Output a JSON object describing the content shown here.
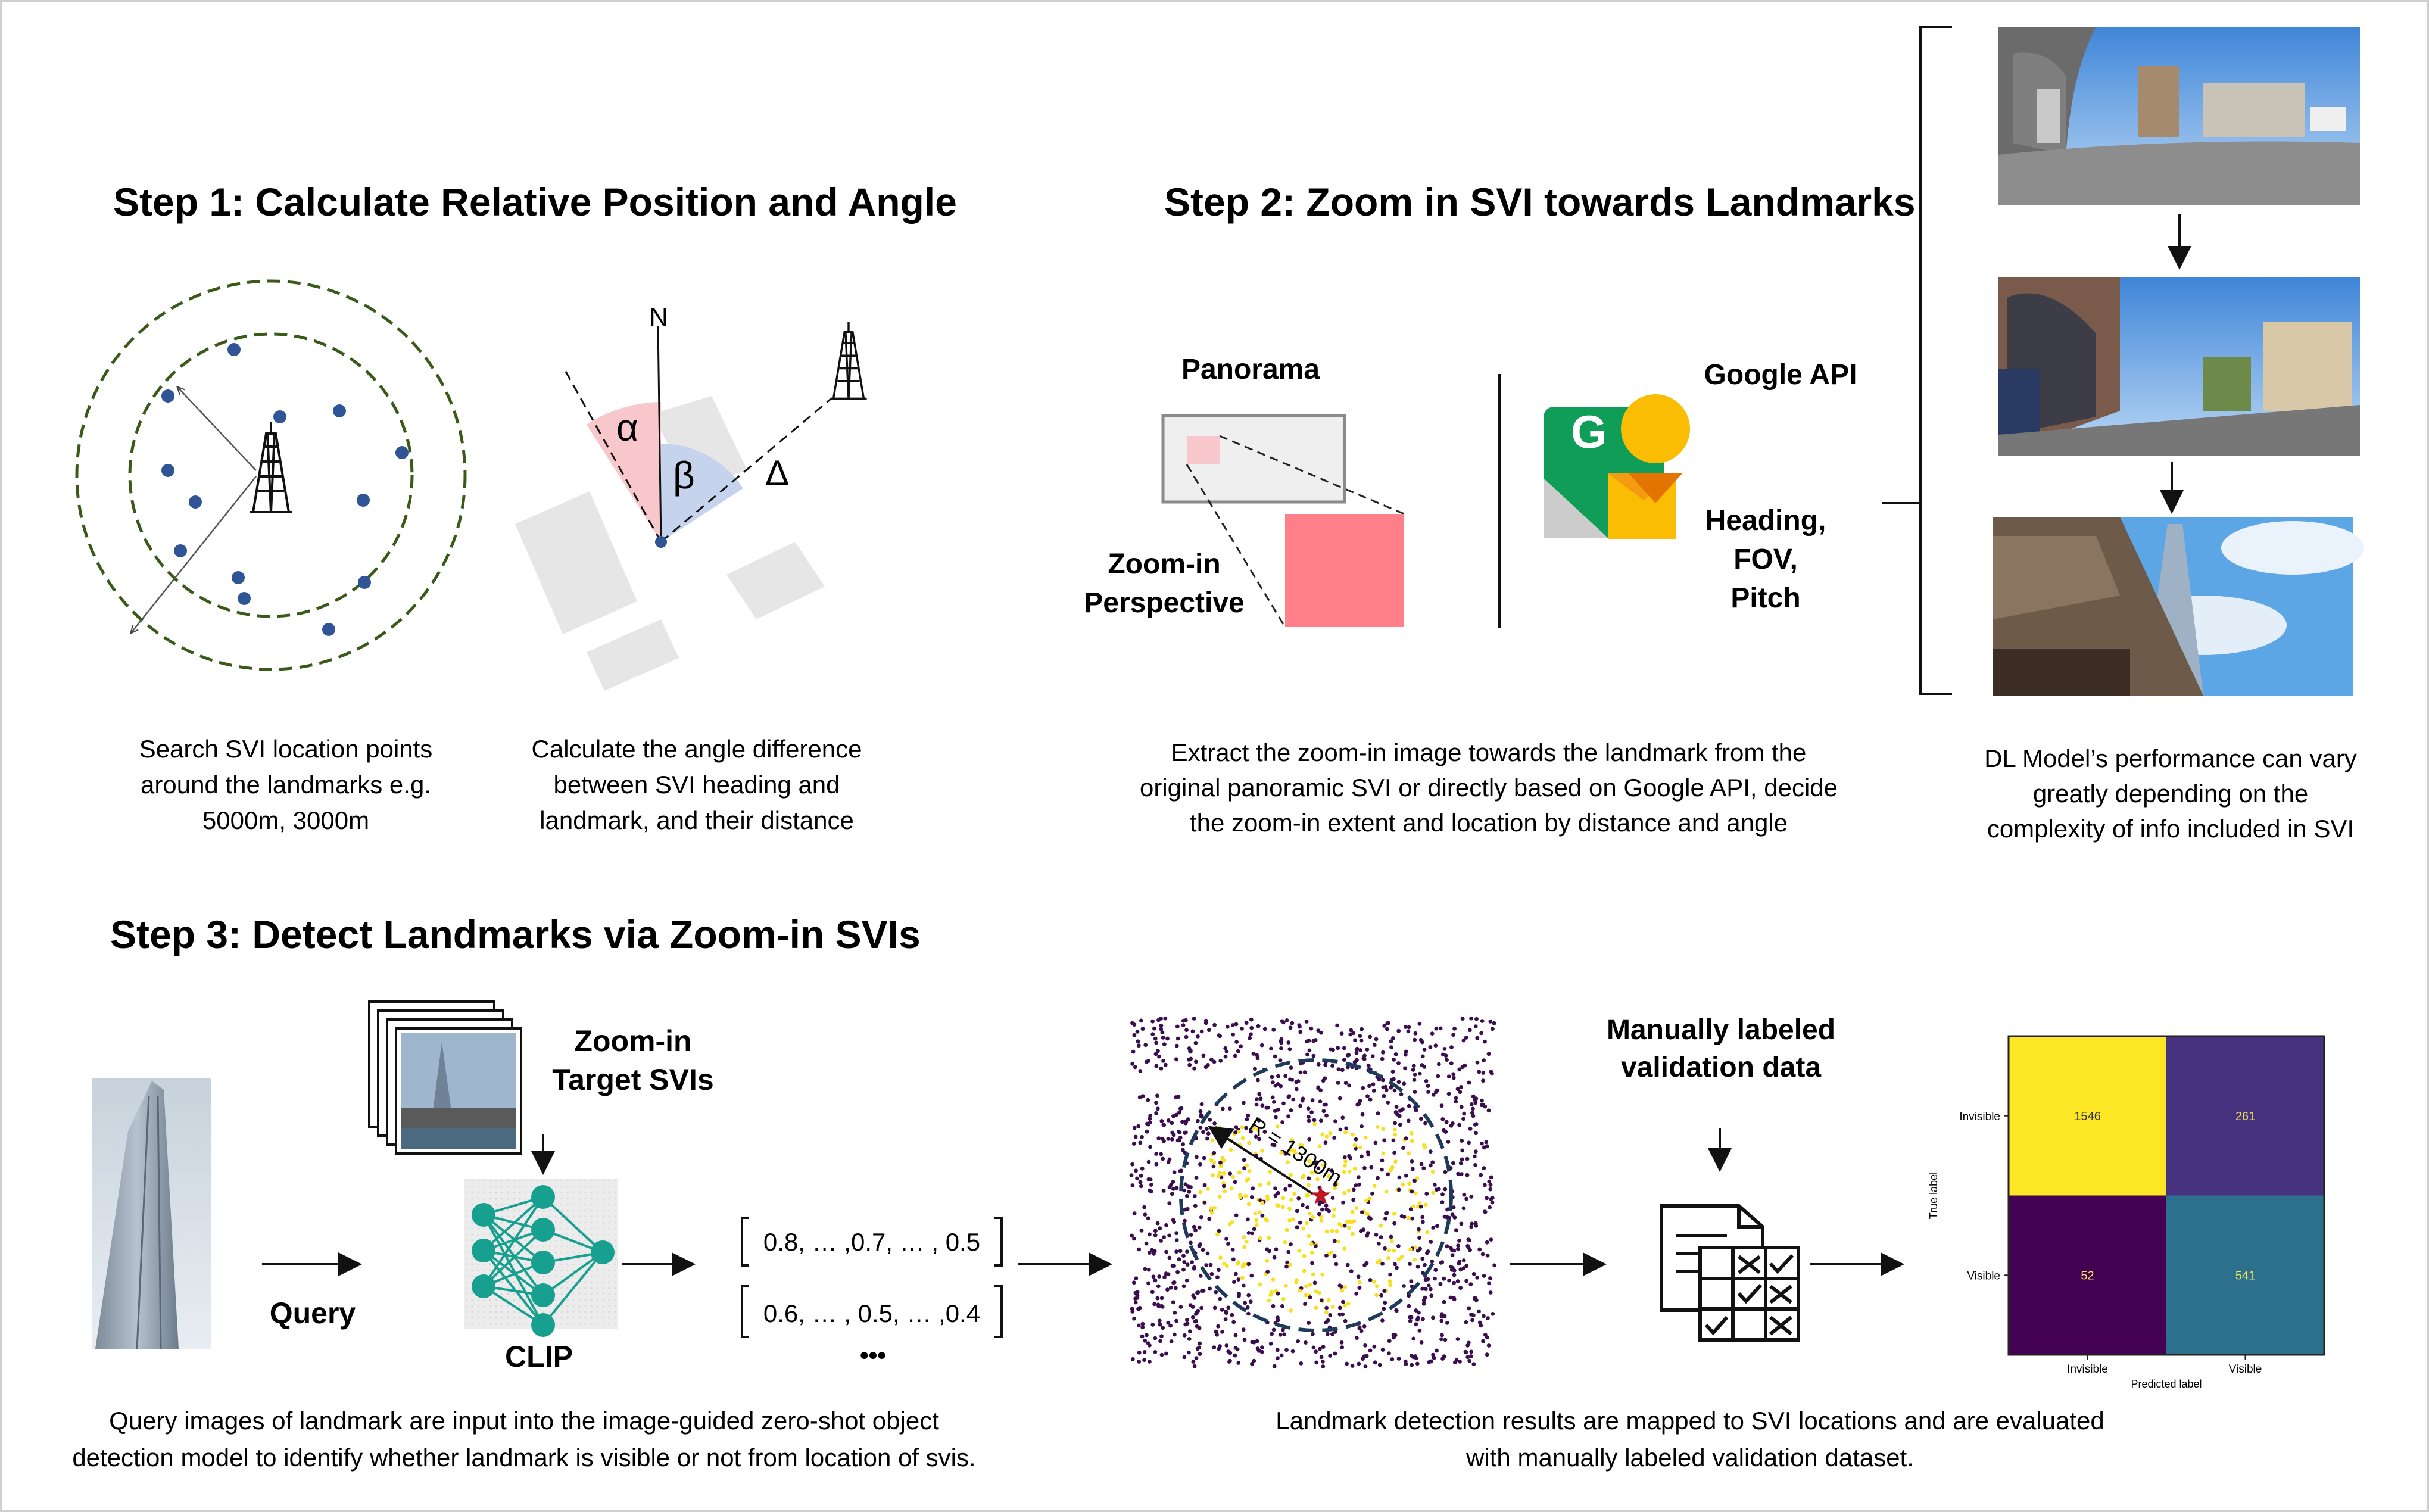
{
  "step1": {
    "title": "Step 1: Calculate Relative Position and Angle",
    "north_label": "N",
    "alpha": "α",
    "beta": "β",
    "delta": "Δ",
    "caption_left": [
      "Search SVI location points",
      "around the landmarks e.g.",
      "5000m, 3000m"
    ],
    "caption_right": [
      "Calculate the angle difference",
      "between SVI heading and",
      "landmark, and their distance"
    ]
  },
  "step2": {
    "title": "Step 2: Zoom in SVI towards Landmarks",
    "panorama_label": "Panorama",
    "zoom_label": [
      "Zoom-in",
      "Perspective"
    ],
    "google_api_label": "Google API",
    "params_label": [
      "Heading,",
      "FOV,",
      "Pitch"
    ],
    "caption": [
      "Extract the zoom-in image towards the landmark from the",
      "original panoramic SVI or directly based on Google API, decide",
      "the zoom-in extent and location by distance and angle"
    ],
    "right_caption": [
      "DL Model’s performance can vary",
      "greatly depending on the",
      "complexity of info included in SVI"
    ]
  },
  "step3": {
    "title": "Step 3: Detect Landmarks via Zoom-in SVIs",
    "target_label": [
      "Zoom-in",
      "Target SVIs"
    ],
    "query_label": "Query",
    "clip_label": "CLIP",
    "vector1": "0.8, … ,0.7, … , 0.5",
    "vector2": "0.6,  … , 0.5, … ,0.4",
    "ellipsis": "•••",
    "radius_label": "R = 1300m",
    "manual_label": [
      "Manually labeled",
      "validation data"
    ],
    "caption_left": [
      "Query images of landmark are input into the image-guided zero-shot object",
      "detection model to identify whether landmark is visible or not from location of svis."
    ],
    "caption_right": [
      "Landmark detection results are mapped to SVI locations and are evaluated",
      "with manually labeled validation dataset."
    ]
  },
  "chart_data": {
    "type": "heatmap",
    "rows": [
      "Invisible",
      "Visible"
    ],
    "columns": [
      "Invisible",
      "Visible"
    ],
    "values": [
      [
        1546,
        261
      ],
      [
        52,
        541
      ]
    ],
    "ylabel": "True label",
    "xlabel": "Predicted label"
  },
  "colors": {
    "svi_point": "#2f5597",
    "ring": "#3a5a1a",
    "alpha_fill": "#f8c7cc",
    "beta_fill": "#c5d3ec",
    "zoom_fill": "#ff8089",
    "clip_node": "#17a08f",
    "cm_yellow": "#fde725",
    "cm_purple": "#46327e",
    "cm_dark": "#440154",
    "cm_teal": "#2d708e"
  }
}
